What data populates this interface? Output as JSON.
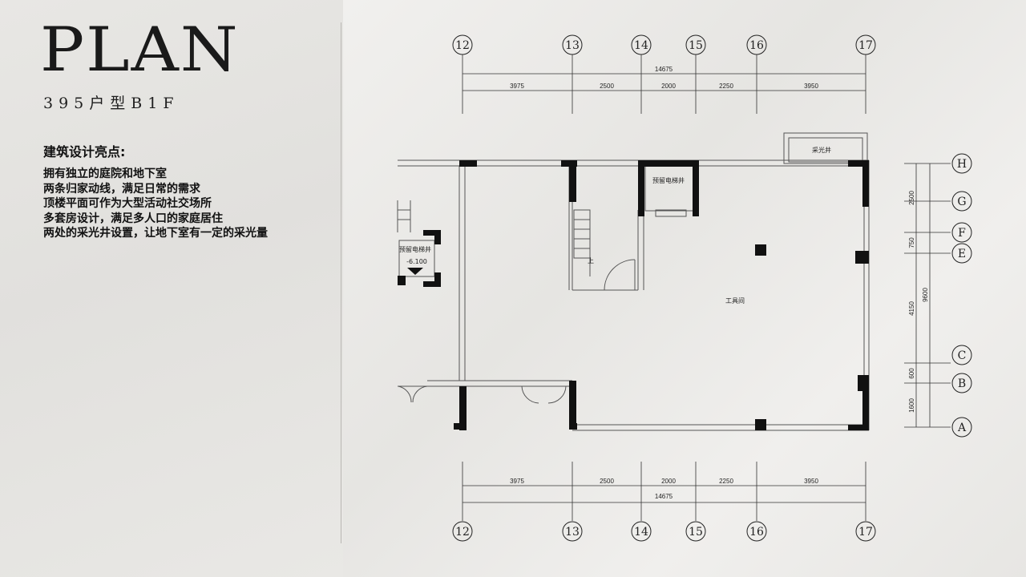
{
  "header": {
    "title": "PLAN",
    "subtitle": "395户型B1F"
  },
  "highlights": {
    "heading": "建筑设计亮点:",
    "items": [
      "拥有独立的庭院和地下室",
      "两条归家动线，满足日常的需求",
      "顶楼平面可作为大型活动社交场所",
      "多套房设计，满足多人口的家庭居住",
      "两处的采光井设置，让地下室有一定的采光量"
    ]
  },
  "plan": {
    "axes_top": [
      "12",
      "13",
      "14",
      "15",
      "16",
      "17"
    ],
    "axes_bottom": [
      "12",
      "13",
      "14",
      "15",
      "16",
      "17"
    ],
    "axes_right": [
      "H",
      "G",
      "F",
      "E",
      "C",
      "B",
      "A"
    ],
    "dims_top_total": "14675",
    "dims_top": [
      "3975",
      "2500",
      "2000",
      "2250",
      "3950"
    ],
    "dims_bottom_total": "14675",
    "dims_bottom": [
      "3975",
      "2500",
      "2000",
      "2250",
      "3950"
    ],
    "dims_right": [
      "2500",
      "750",
      "4150",
      "600",
      "1600"
    ],
    "dims_right_total": "9600",
    "rooms": {
      "light_well": "采光井",
      "elevator_reserved": "预留电梯井",
      "elevator_reserved_left": "预留电梯井",
      "level": "-6.100",
      "stair_up": "上",
      "tool_room": "工具间"
    }
  }
}
